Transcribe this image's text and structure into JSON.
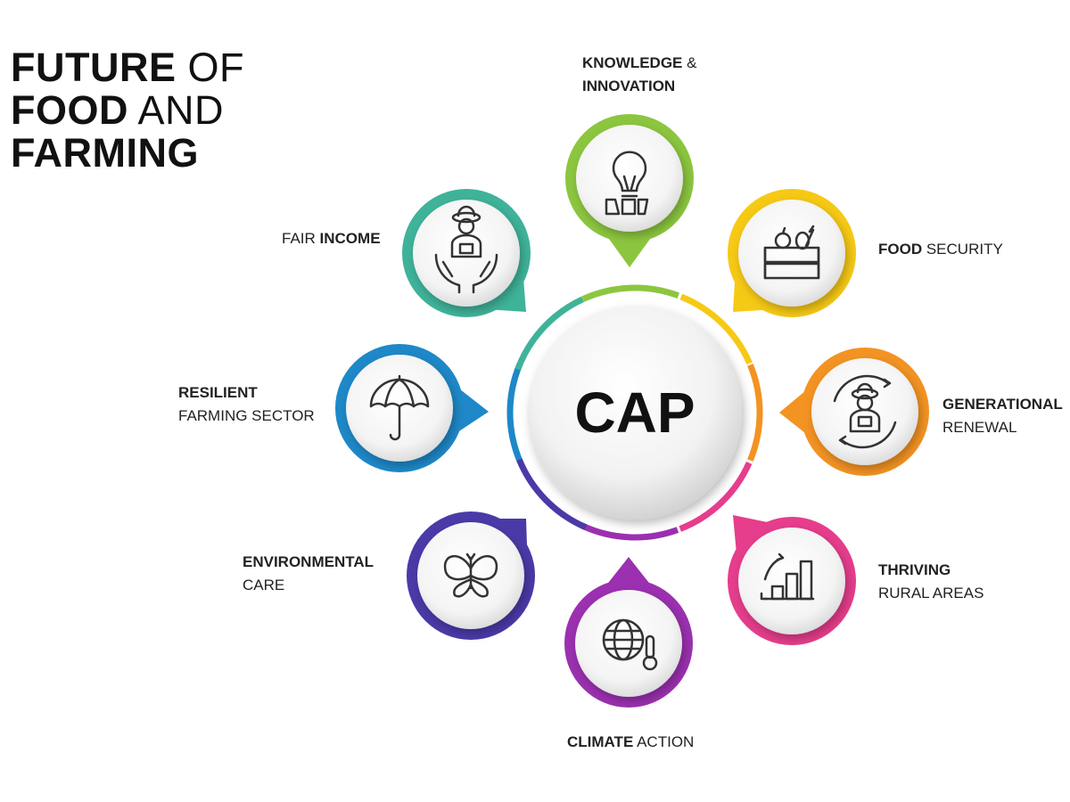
{
  "title": {
    "line1_bold": "FUTURE",
    "line1_light": "OF",
    "line2_bold": "FOOD",
    "line2_light": "AND",
    "line3_bold": "FARMING"
  },
  "center": {
    "label": "CAP"
  },
  "objectives": [
    {
      "key": "knowledge",
      "line1_bold": "KNOWLEDGE",
      "line1_light": "&",
      "line2_bold": "INNOVATION",
      "line2_light": "",
      "icon": "lightbulb-icon",
      "color": "#8cc63f"
    },
    {
      "key": "food",
      "line1_bold": "FOOD",
      "line1_light": "SECURITY",
      "line2_bold": "",
      "line2_light": "",
      "icon": "fruit-crate-icon",
      "color": "#f6c915"
    },
    {
      "key": "generational",
      "line1_bold": "GENERATIONAL",
      "line1_light": "",
      "line2_bold": "",
      "line2_light": "RENEWAL",
      "icon": "farmer-renewal-icon",
      "color": "#f39322"
    },
    {
      "key": "thriving",
      "line1_bold": "THRIVING",
      "line1_light": "",
      "line2_bold": "",
      "line2_light": "RURAL AREAS",
      "icon": "growth-chart-icon",
      "color": "#e63d8c"
    },
    {
      "key": "climate",
      "line1_bold": "CLIMATE",
      "line1_light": "ACTION",
      "line2_bold": "",
      "line2_light": "",
      "icon": "globe-thermometer-icon",
      "color": "#9b30b0"
    },
    {
      "key": "environmental",
      "line1_bold": "ENVIRONMENTAL",
      "line1_light": "",
      "line2_bold": "",
      "line2_light": "CARE",
      "icon": "butterfly-leaf-icon",
      "color": "#4a3aa8"
    },
    {
      "key": "resilient",
      "line1_bold": "RESILIENT",
      "line1_light": "",
      "line2_bold": "",
      "line2_light": "FARMING SECTOR",
      "icon": "umbrella-icon",
      "color": "#1e88c8"
    },
    {
      "key": "fair",
      "line1_bold": "",
      "line1_light": "FAIR",
      "line2_bold": "INCOME",
      "line2_light": "",
      "icon": "farmer-hands-icon",
      "color": "#3fb39a"
    }
  ]
}
